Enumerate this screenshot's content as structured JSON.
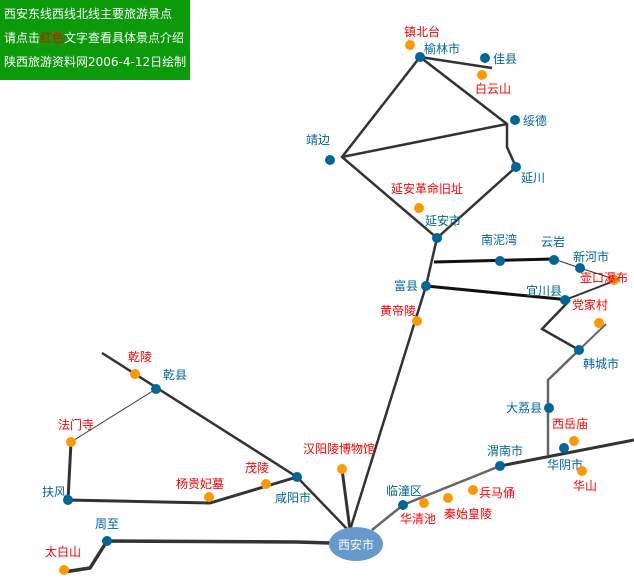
{
  "info": {
    "line1": "西安东线西线北线主要旅游景点",
    "line2_pre": "请点击",
    "line2_red": "红色",
    "line2_post": "文字查看具体景点介绍",
    "line3": "陕西旅游资料网2006-4-12日绘制"
  },
  "colors": {
    "city": "#006699",
    "spot": "#ff9900",
    "spot_text": "#ff0000",
    "line": "#333333",
    "hub": "#6699cc",
    "info_bg": "#0a9a0a"
  },
  "hub": "西安市",
  "cities": [
    "榆林市",
    "佳县",
    "绥德",
    "靖边",
    "延川",
    "延安市",
    "南泥湾",
    "云岩",
    "新河市",
    "富县",
    "宜川县",
    "韩城市",
    "大荔县",
    "华阴市",
    "渭南市",
    "临潼区",
    "乾县",
    "咸阳市",
    "扶风",
    "周至"
  ],
  "spots": [
    "镇北台",
    "白云山",
    "延安革命旧址",
    "壶口瀑布",
    "党家村",
    "黄帝陵",
    "西岳庙",
    "华山",
    "兵马俑",
    "秦始皇陵",
    "华清池",
    "汉阳陵博物馆",
    "乾陵",
    "法门寺",
    "茂陵",
    "杨贵妃墓",
    "太白山"
  ]
}
